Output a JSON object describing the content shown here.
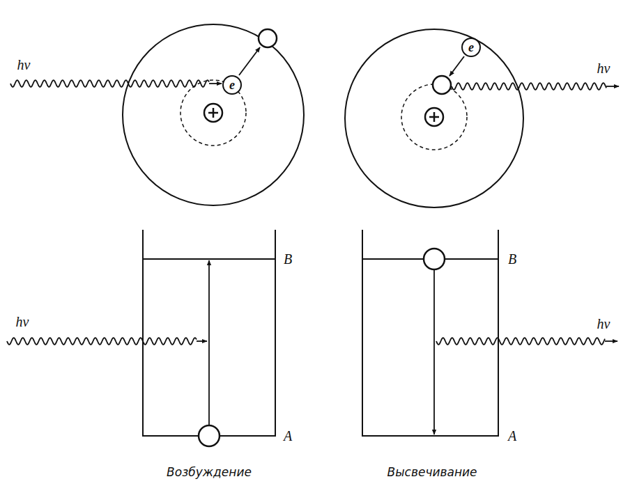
{
  "diagram": {
    "nodes": [
      {
        "text": [
          "e"
        ]
      },
      {
        "text": [
          "e"
        ]
      }
    ],
    "labels": [
      "hν",
      "hν",
      "B",
      "A",
      "hν",
      "B",
      "A",
      "hν",
      "Возбуждение",
      "Высвечивание"
    ]
  }
}
